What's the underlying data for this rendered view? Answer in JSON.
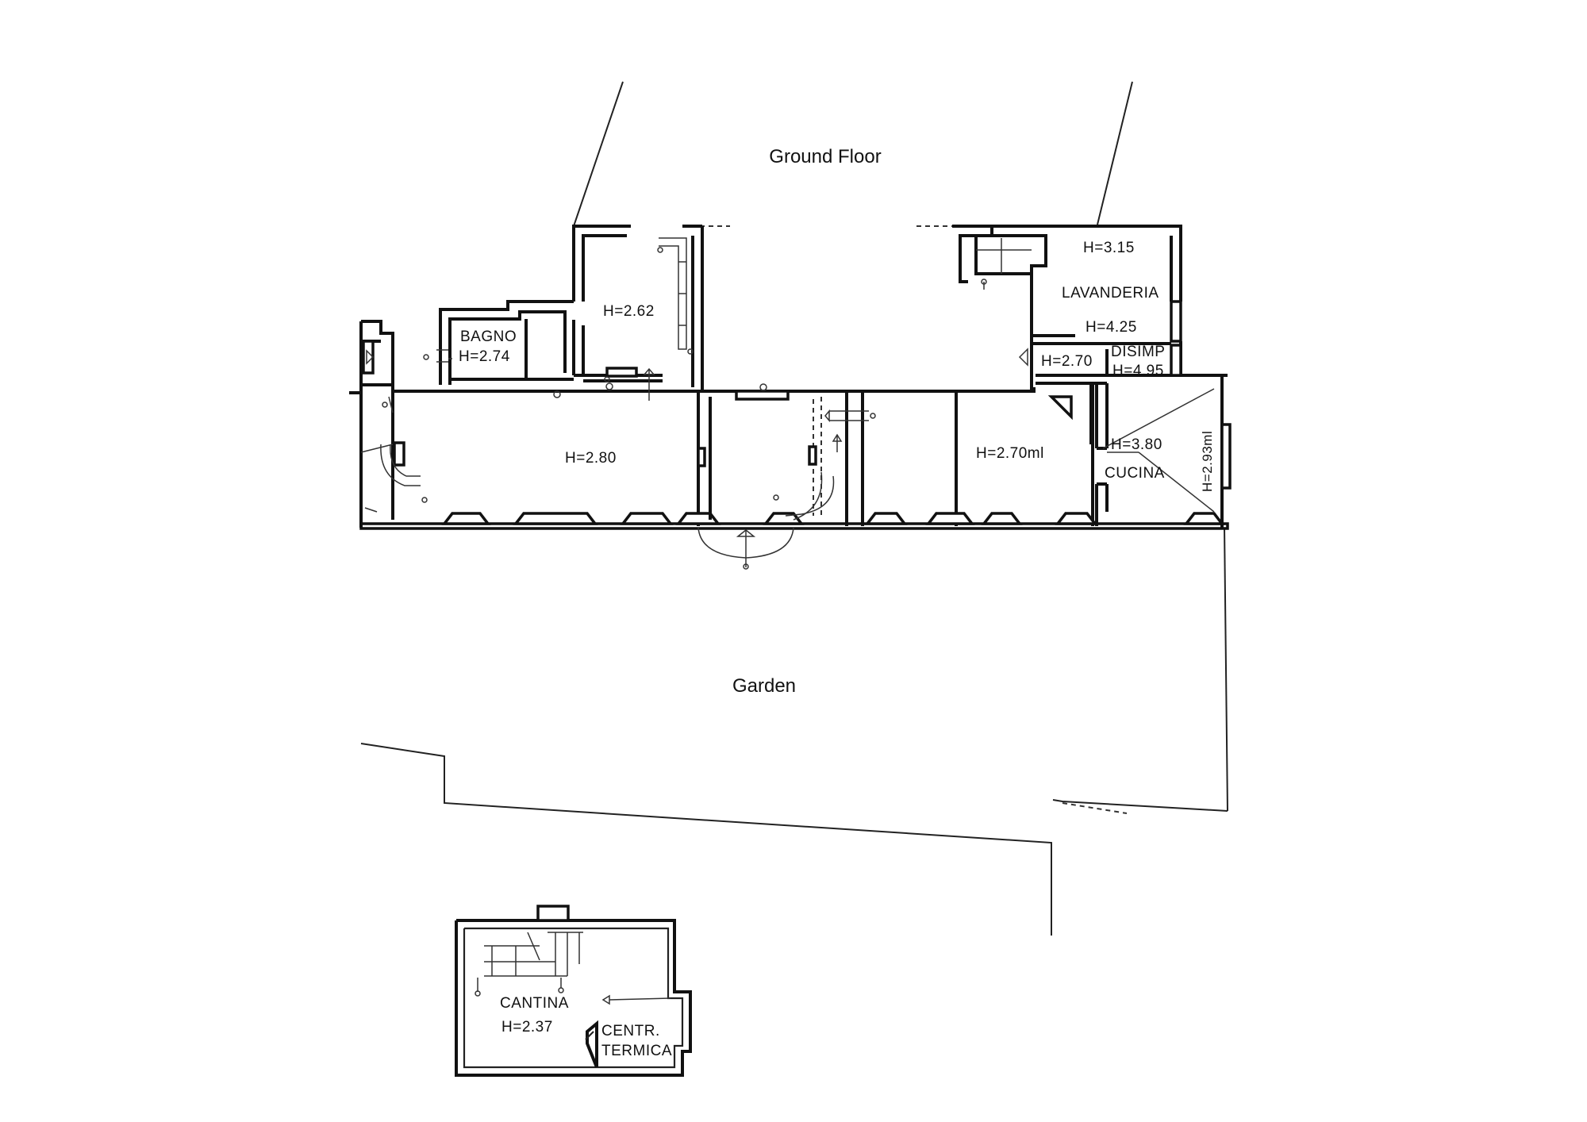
{
  "titles": {
    "ground_floor": "Ground Floor",
    "garden": "Garden"
  },
  "rooms": {
    "bagno_name": "BAGNO",
    "bagno_height": "H=2.74",
    "room_262": "H=2.62",
    "room_280": "H=2.80",
    "room_270ml": "H=2.70ml",
    "lavanderia_height": "H=3.15",
    "lavanderia_name": "LAVANDERIA",
    "lavanderia_height2": "H=4.25",
    "corridor_height": "H=2.70",
    "disimp_name": "DISIMP",
    "disimp_height": "H=4.95",
    "cucina_height": "H=3.80",
    "cucina_name": "CUCINA",
    "cucina_height_side": "H=2.93ml",
    "cantina_name": "CANTINA",
    "cantina_height": "H=2.37",
    "centrale_line1": "CENTR.",
    "centrale_line2": "TERMICA"
  }
}
